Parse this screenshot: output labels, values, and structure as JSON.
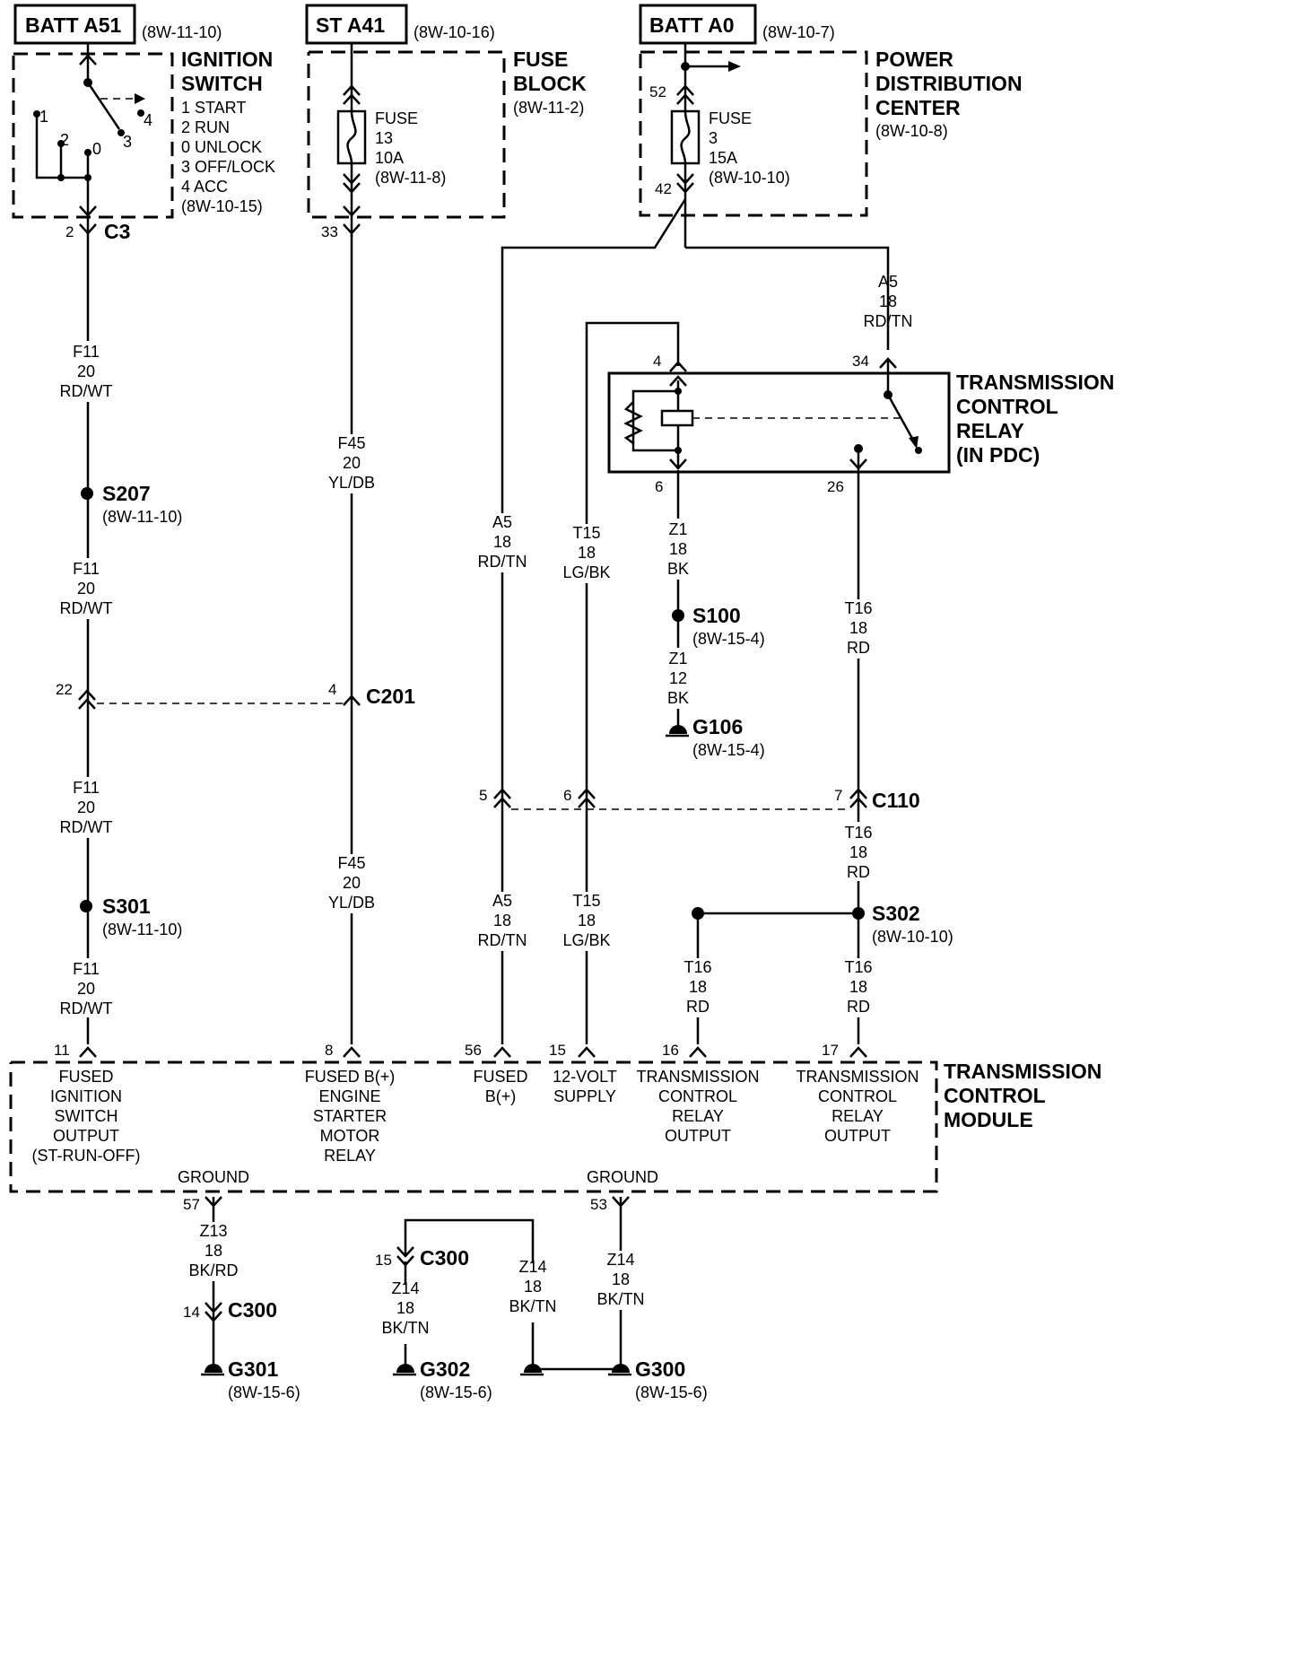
{
  "sources": {
    "batt_a51": "BATT A51",
    "batt_a51_ref": "(8W-11-10)",
    "st_a41": "ST A41",
    "st_a41_ref": "(8W-10-16)",
    "batt_a0": "BATT A0",
    "batt_a0_ref": "(8W-10-7)"
  },
  "ignition": {
    "title1": "IGNITION",
    "title2": "SWITCH",
    "positions": [
      "1 START",
      "2 RUN",
      "0 UNLOCK",
      "3 OFF/LOCK",
      "4 ACC"
    ],
    "ref": "(8W-10-15)",
    "pos_marks": [
      "1",
      "2",
      "0",
      "3",
      "4"
    ]
  },
  "fuse_block": {
    "title1": "FUSE",
    "title2": "BLOCK",
    "ref": "(8W-11-2)",
    "fuse": [
      "FUSE",
      "13",
      "10A",
      "(8W-11-8)"
    ]
  },
  "pdc": {
    "title1": "POWER",
    "title2": "DISTRIBUTION",
    "title3": "CENTER",
    "ref": "(8W-10-8)",
    "fuse": [
      "FUSE",
      "3",
      "15A",
      "(8W-10-10)"
    ],
    "pin_top": "52",
    "pin_bot": "42"
  },
  "relay": {
    "title": [
      "TRANSMISSION",
      "CONTROL",
      "RELAY",
      "(IN PDC)"
    ],
    "pins": [
      "4",
      "34",
      "6",
      "26"
    ]
  },
  "wires": {
    "f11": [
      "F11",
      "20",
      "RD/WT"
    ],
    "f45": [
      "F45",
      "20",
      "YL/DB"
    ],
    "a5": [
      "A5",
      "18",
      "RD/TN"
    ],
    "t15": [
      "T15",
      "18",
      "LG/BK"
    ],
    "z1_18": [
      "Z1",
      "18",
      "BK"
    ],
    "z1_12": [
      "Z1",
      "12",
      "BK"
    ],
    "t16": [
      "T16",
      "18",
      "RD"
    ],
    "z13": [
      "Z13",
      "18",
      "BK/RD"
    ],
    "z14": [
      "Z14",
      "18",
      "BK/TN"
    ]
  },
  "connectors": {
    "c3": "C3",
    "c3_pin": "2",
    "fb_pin": "33",
    "c201": "C201",
    "c201_pin_left": "22",
    "c201_pin_right": "4",
    "c110": "C110",
    "c110_pins": [
      "5",
      "6",
      "7"
    ],
    "c300": "C300",
    "c300_pin_left": "14",
    "c300_pin_right": "15"
  },
  "splices": {
    "s207": "S207",
    "s207_ref": "(8W-11-10)",
    "s301": "S301",
    "s301_ref": "(8W-11-10)",
    "s100": "S100",
    "s100_ref": "(8W-15-4)",
    "s302": "S302",
    "s302_ref": "(8W-10-10)"
  },
  "grounds": {
    "g106": "G106",
    "g106_ref": "(8W-15-4)",
    "g301": "G301",
    "g301_ref": "(8W-15-6)",
    "g302": "G302",
    "g302_ref": "(8W-15-6)",
    "g300": "G300",
    "g300_ref": "(8W-15-6)"
  },
  "tcm": {
    "title": [
      "TRANSMISSION",
      "CONTROL",
      "MODULE"
    ],
    "pins": [
      "11",
      "8",
      "56",
      "15",
      "16",
      "17"
    ],
    "fused_ign": [
      "FUSED",
      "IGNITION",
      "SWITCH",
      "OUTPUT",
      "(ST-RUN-OFF)"
    ],
    "fused_starter": [
      "FUSED B(+)",
      "ENGINE",
      "STARTER",
      "MOTOR",
      "RELAY"
    ],
    "fused_b": [
      "FUSED",
      "B(+)"
    ],
    "supply": [
      "12-VOLT",
      "SUPPLY"
    ],
    "relay_out": [
      "TRANSMISSION",
      "CONTROL",
      "RELAY",
      "OUTPUT"
    ],
    "ground": "GROUND",
    "gnd_pins": [
      "57",
      "53"
    ]
  }
}
